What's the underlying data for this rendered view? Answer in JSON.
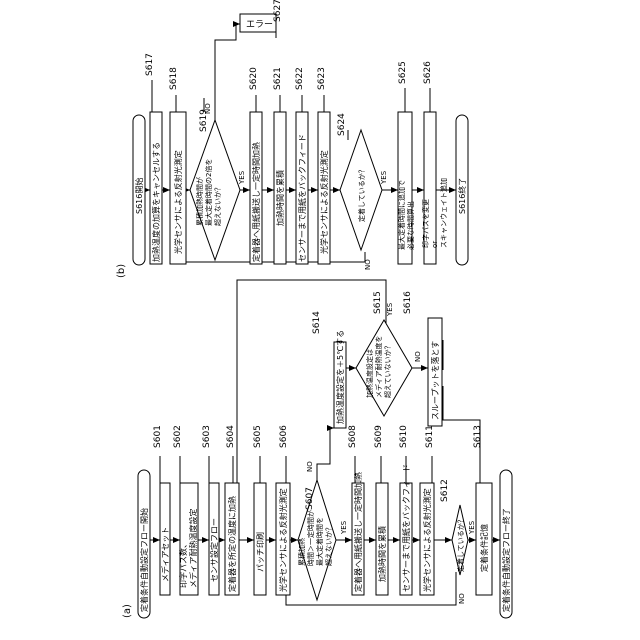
{
  "panel_a": {
    "label": "(a)",
    "start": "定着条件自動設定フロー開始",
    "end": "定着条件自動設定フロー終了",
    "steps": [
      {
        "id": "S601",
        "text": "メディアセット"
      },
      {
        "id": "S602",
        "text": "印字パス数、\nメディア耐熱温度設定"
      },
      {
        "id": "S603",
        "text": "センサ設定フロー"
      },
      {
        "id": "S604",
        "text": "定着器を所定の温度に加熱"
      },
      {
        "id": "S605",
        "text": "パッチ印刷"
      },
      {
        "id": "S606",
        "text": "光学センサによる反射光測定"
      },
      {
        "id": "S607",
        "text": "累積加熱\n時間＞一定時間が\n最大定着時間を\n超えないか？"
      },
      {
        "id": "S608",
        "text": "定着器へ用紙搬送し一定時間加熱"
      },
      {
        "id": "S609",
        "text": "加熱時間を累積"
      },
      {
        "id": "S610",
        "text": "センサーまで用紙をバックフィード"
      },
      {
        "id": "S611",
        "text": "光学センサによる反射光測定"
      },
      {
        "id": "S612",
        "text": "定着しているか？"
      },
      {
        "id": "S613",
        "text": "定着条件記憶"
      },
      {
        "id": "S614",
        "text": "加熱温度設定を＋5℃する"
      },
      {
        "id": "S615",
        "text": "加熱温度設定は\nメディア耐熱温度を\n超えていないか？"
      },
      {
        "id": "S616",
        "text": "スループットを落とす"
      }
    ],
    "yes": "YES",
    "no": "NO"
  },
  "panel_b": {
    "label": "(b)",
    "start": "S616開始",
    "end": "S616終了",
    "steps": [
      {
        "id": "S617",
        "text": "加熱温度の加算をキャンセルする"
      },
      {
        "id": "S618",
        "text": "光学センサによる反射光測定"
      },
      {
        "id": "S619",
        "text": "累積加熱時間が\n最大定着時間の2倍を\n超えないか？"
      },
      {
        "id": "S620",
        "text": "定着器へ用紙搬送し一定時間加熱"
      },
      {
        "id": "S621",
        "text": "加熱時間を累積"
      },
      {
        "id": "S622",
        "text": "センサーまで用紙をバックフィード"
      },
      {
        "id": "S623",
        "text": "光学センサによる反射光測定"
      },
      {
        "id": "S624",
        "text": "定着しているか？"
      },
      {
        "id": "S625",
        "text": "最大定着時間に追加で\n必要な時間算出"
      },
      {
        "id": "S626",
        "text": "印字パスを変更\nor\nスキャンウェイト追加"
      },
      {
        "id": "S627",
        "text": "エラー"
      }
    ],
    "yes": "YES",
    "no": "NO"
  }
}
